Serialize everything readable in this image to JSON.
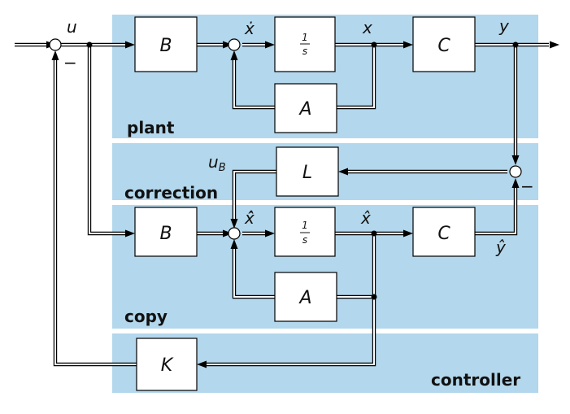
{
  "regions": {
    "plant": "plant",
    "correction": "correction",
    "copy": "copy",
    "controller": "controller"
  },
  "blocks": {
    "plant_B": "B",
    "plant_integrator_num": "1",
    "plant_integrator_den": "s",
    "plant_C": "C",
    "plant_A": "A",
    "correction_L": "L",
    "copy_B": "B",
    "copy_integrator_num": "1",
    "copy_integrator_den": "s",
    "copy_C": "C",
    "copy_A": "A",
    "controller_K": "K"
  },
  "signals": {
    "u": "u",
    "xdot": "ẋ",
    "x": "x",
    "y": "y",
    "uB_base": "u",
    "uB_sub": "B",
    "xhatdot": "x̂̇",
    "xhat": "x̂",
    "yhat": "ŷ"
  },
  "signs": {
    "input_sum_minus": "−",
    "correction_sum_minus": "−"
  },
  "colors": {
    "region_fill": "#b3d7ec",
    "wire": "#000000",
    "block_fill": "#ffffff"
  }
}
